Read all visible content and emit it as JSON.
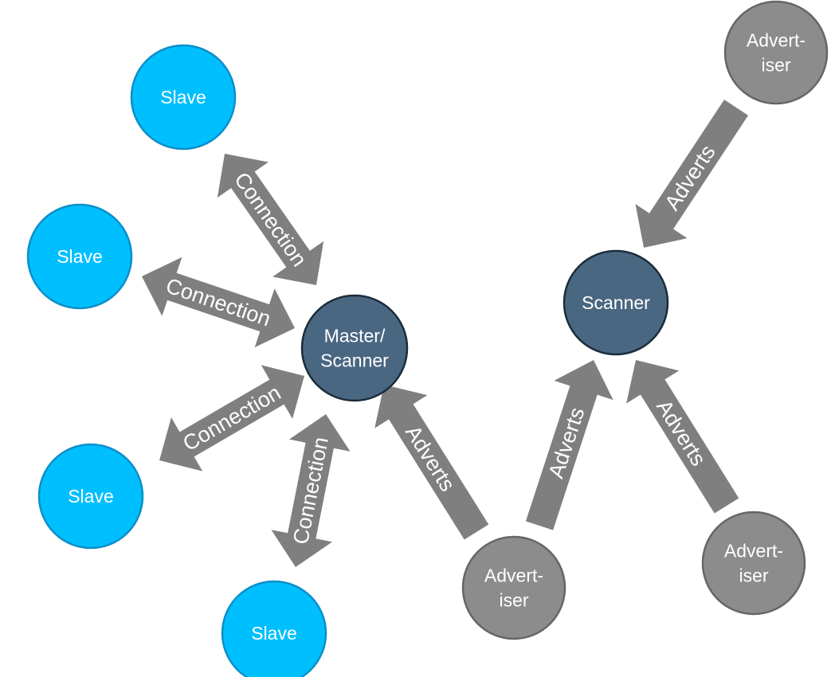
{
  "colors": {
    "slave_fill": "#00bfff",
    "slave_stroke": "#0c8fc9",
    "master_fill": "#4a6782",
    "master_stroke": "#1d2c3a",
    "advertiser_fill": "#8c8c8c",
    "advertiser_stroke": "#666666",
    "arrow": "#7f7f7f"
  },
  "nodes": {
    "slave_1": {
      "lines": [
        "Slave"
      ]
    },
    "slave_2": {
      "lines": [
        "Slave"
      ]
    },
    "slave_3": {
      "lines": [
        "Slave"
      ]
    },
    "slave_4": {
      "lines": [
        "Slave"
      ]
    },
    "master_scanner": {
      "lines": [
        "Master/",
        "Scanner"
      ]
    },
    "scanner": {
      "lines": [
        "Scanner"
      ]
    },
    "advertiser_top": {
      "lines": [
        "Advert-",
        "iser"
      ]
    },
    "advertiser_bottom_center": {
      "lines": [
        "Advert-",
        "iser"
      ]
    },
    "advertiser_bottom_right": {
      "lines": [
        "Advert-",
        "iser"
      ]
    }
  },
  "links": [
    {
      "id": "connection-slave-1",
      "label": "Connection",
      "kind": "bidirectional",
      "from": "master_scanner",
      "to": "slave_1"
    },
    {
      "id": "connection-slave-2",
      "label": "Connection",
      "kind": "bidirectional",
      "from": "master_scanner",
      "to": "slave_2"
    },
    {
      "id": "connection-slave-3",
      "label": "Connection",
      "kind": "bidirectional",
      "from": "master_scanner",
      "to": "slave_3"
    },
    {
      "id": "connection-slave-4",
      "label": "Connection",
      "kind": "bidirectional",
      "from": "master_scanner",
      "to": "slave_4"
    },
    {
      "id": "adverts-to-master",
      "label": "Adverts",
      "kind": "directed",
      "from": "advertiser_bottom_center",
      "to": "master_scanner"
    },
    {
      "id": "adverts-center-to-scanner",
      "label": "Adverts",
      "kind": "directed",
      "from": "advertiser_bottom_center",
      "to": "scanner"
    },
    {
      "id": "adverts-top-to-scanner",
      "label": "Adverts",
      "kind": "directed",
      "from": "advertiser_top",
      "to": "scanner"
    },
    {
      "id": "adverts-right-to-scanner",
      "label": "Adverts",
      "kind": "directed",
      "from": "advertiser_bottom_right",
      "to": "scanner"
    }
  ]
}
